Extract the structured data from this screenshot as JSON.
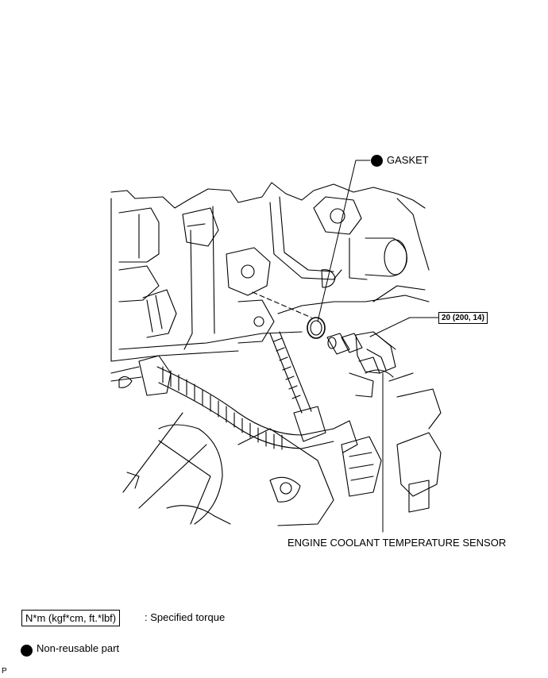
{
  "labels": {
    "gasket": "GASKET",
    "torque": "20 (200, 14)",
    "sensor": "ENGINE COOLANT TEMPERATURE SENSOR"
  },
  "legend": {
    "torque_unit": "N*m (kgf*cm, ft.*lbf)",
    "torque_text": ": Specified torque",
    "nonreusable_text": "Non-reusable part"
  },
  "footer": {
    "mark": "P"
  }
}
